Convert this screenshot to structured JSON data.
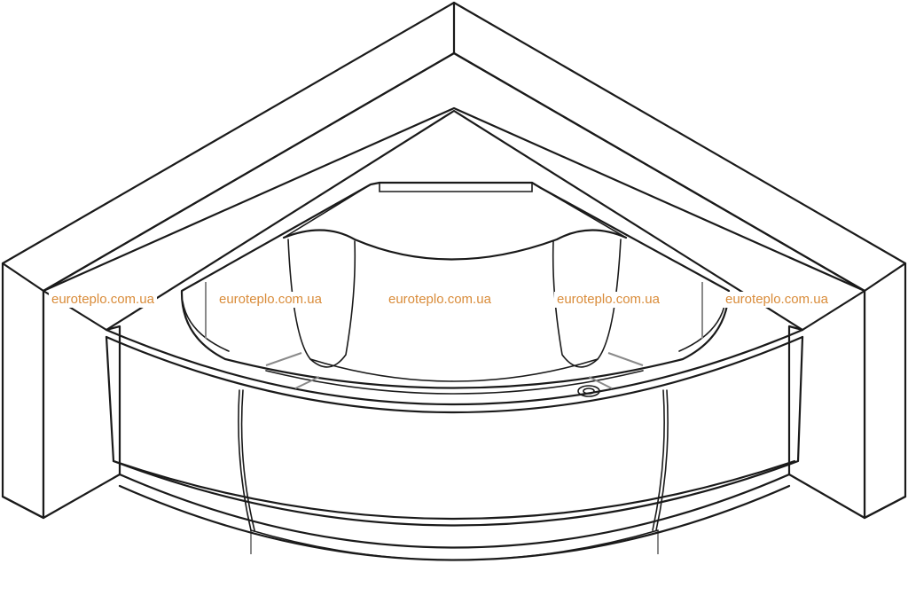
{
  "watermarks": [
    "euroteplo.com.ua",
    "euroteplo.com.ua",
    "euroteplo.com.ua",
    "euroteplo.com.ua",
    "euroteplo.com.ua"
  ],
  "colors": {
    "line": "#1a1a1a",
    "guide": "#8a8a8a",
    "watermark": "#d98c3a",
    "background": "#ffffff"
  }
}
